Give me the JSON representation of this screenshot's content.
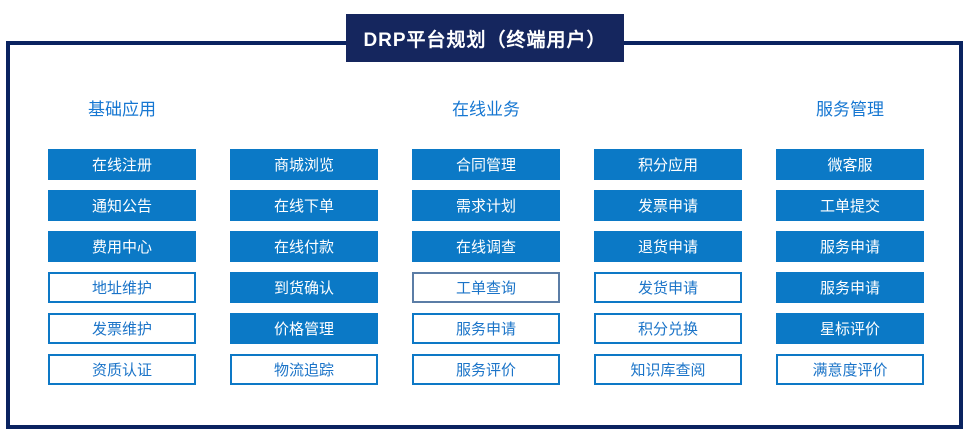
{
  "title": "DRP平台规划（终端用户）",
  "colors": {
    "primary_blue": "#0b79c6",
    "navy_title_bg": "#15265e",
    "panel_border": "#0a2360",
    "header_text": "#1677d2",
    "muted_outline_border": "#5b7da6"
  },
  "group_headers": [
    {
      "label": "基础应用"
    },
    {
      "label": "在线业务"
    },
    {
      "label": "服务管理"
    }
  ],
  "columns": [
    {
      "buttons": [
        {
          "label": "在线注册",
          "style": "filled"
        },
        {
          "label": "通知公告",
          "style": "filled"
        },
        {
          "label": "费用中心",
          "style": "filled"
        },
        {
          "label": "地址维护",
          "style": "outline"
        },
        {
          "label": "发票维护",
          "style": "outline"
        },
        {
          "label": "资质认证",
          "style": "outline"
        }
      ]
    },
    {
      "buttons": [
        {
          "label": "商城浏览",
          "style": "filled"
        },
        {
          "label": "在线下单",
          "style": "filled"
        },
        {
          "label": "在线付款",
          "style": "filled"
        },
        {
          "label": "到货确认",
          "style": "filled"
        },
        {
          "label": "价格管理",
          "style": "filled"
        },
        {
          "label": "物流追踪",
          "style": "outline"
        }
      ]
    },
    {
      "buttons": [
        {
          "label": "合同管理",
          "style": "filled"
        },
        {
          "label": "需求计划",
          "style": "filled"
        },
        {
          "label": "在线调查",
          "style": "filled"
        },
        {
          "label": "工单查询",
          "style": "outline-muted"
        },
        {
          "label": "服务申请",
          "style": "outline"
        },
        {
          "label": "服务评价",
          "style": "outline"
        }
      ]
    },
    {
      "buttons": [
        {
          "label": "积分应用",
          "style": "filled"
        },
        {
          "label": "发票申请",
          "style": "filled"
        },
        {
          "label": "退货申请",
          "style": "filled"
        },
        {
          "label": "发货申请",
          "style": "outline"
        },
        {
          "label": "积分兑换",
          "style": "outline"
        },
        {
          "label": "知识库查阅",
          "style": "outline"
        }
      ]
    },
    {
      "buttons": [
        {
          "label": "微客服",
          "style": "filled"
        },
        {
          "label": "工单提交",
          "style": "filled"
        },
        {
          "label": "服务申请",
          "style": "filled"
        },
        {
          "label": "服务申请",
          "style": "filled"
        },
        {
          "label": "星标评价",
          "style": "filled"
        },
        {
          "label": "满意度评价",
          "style": "outline"
        }
      ]
    }
  ]
}
